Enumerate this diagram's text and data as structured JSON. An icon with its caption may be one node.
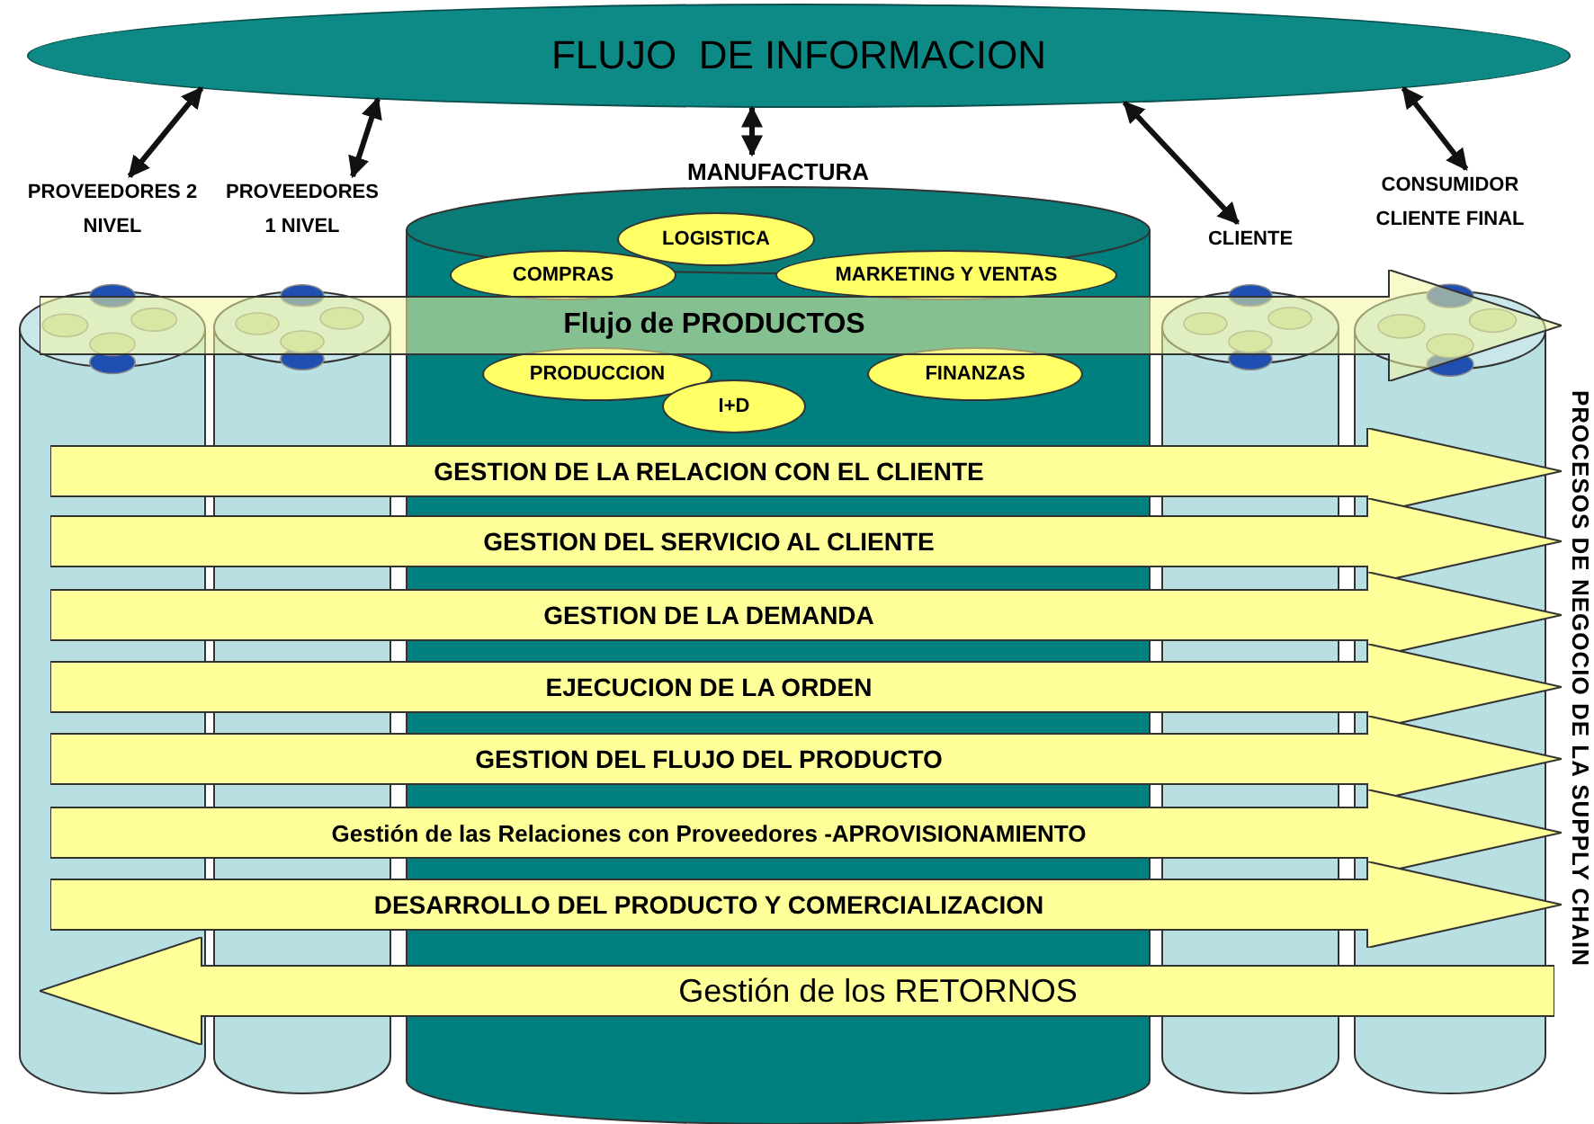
{
  "diagram": {
    "nodes": [
      {
        "text": [
          "FLUJO  DE INFORMACION"
        ]
      },
      {
        "text": [
          "PROVEEDORES 2 NIVEL"
        ]
      },
      {
        "text": [
          "PROVEEDORES 1 NIVEL"
        ]
      },
      {
        "text": [
          "MANUFACTURA"
        ]
      },
      {
        "text": [
          "LOGISTICA"
        ],
        "in": 3
      },
      {
        "text": [
          "COMPRAS"
        ],
        "in": 3
      },
      {
        "text": [
          "MARKETING Y VENTAS"
        ],
        "in": 3
      },
      {
        "text": [
          "PRODUCCION"
        ],
        "in": 3
      },
      {
        "text": [
          "I+D"
        ],
        "in": 3
      },
      {
        "text": [
          "FINANZAS"
        ],
        "in": 3
      },
      {
        "text": [
          "CLIENTE"
        ]
      },
      {
        "text": [
          "CONSUMIDOR CLIENTE FINAL"
        ]
      },
      {
        "text": [
          "Flujo de PRODUCTOS"
        ]
      },
      {
        "text": [
          "GESTION DE LA RELACION CON EL CLIENTE"
        ]
      },
      {
        "text": [
          "GESTION DEL SERVICIO AL CLIENTE"
        ]
      },
      {
        "text": [
          "GESTION DE LA DEMANDA"
        ]
      },
      {
        "text": [
          "EJECUCION DE LA ORDEN"
        ]
      },
      {
        "text": [
          "GESTION DEL FLUJO DEL PRODUCTO"
        ]
      },
      {
        "text": [
          "Gestión de las Relaciones con Proveedores -APROVISIONAMIENTO"
        ]
      },
      {
        "text": [
          "DESARROLLO DEL PRODUCTO Y COMERCIALIZACION"
        ]
      },
      {
        "text": [
          "Gestión de los RETORNOS"
        ]
      }
    ],
    "edges": [
      {
        "from": 0,
        "to": 1,
        "arrow": "both"
      },
      {
        "from": 0,
        "to": 2,
        "arrow": "both"
      },
      {
        "from": 0,
        "to": 3,
        "arrow": "both"
      },
      {
        "from": 0,
        "to": 10,
        "arrow": "both"
      },
      {
        "from": 0,
        "to": 11,
        "arrow": "both"
      }
    ],
    "labels": [
      "PROCESOS DE NEGOCIO DE LA SUPPLY CHAIN"
    ]
  }
}
